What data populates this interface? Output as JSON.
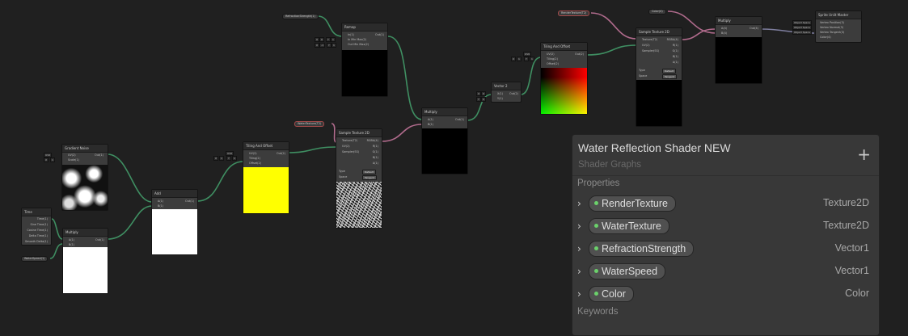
{
  "canvas": {
    "background": "#202020",
    "wire_color_green": "#3f8f62",
    "wire_color_pink": "#b06b8c"
  },
  "nodes": {
    "gradient_noise": {
      "title": "Gradient Noise",
      "ports_in": [
        "UV(2)",
        "Scale(1)"
      ],
      "ports_out": [
        "Out(1)"
      ],
      "fields": [
        "UV0",
        "X",
        "1"
      ]
    },
    "time": {
      "title": "Time",
      "ports_out": [
        "Time(1)",
        "Sine Time(1)",
        "Cosine Time(1)",
        "Delta Time(1)",
        "Smooth Delta(1)"
      ]
    },
    "multiply_1": {
      "title": "Multiply",
      "ports_in": [
        "A(1)",
        "B(1)"
      ],
      "ports_out": [
        "Out(1)"
      ]
    },
    "add": {
      "title": "Add",
      "ports_in": [
        "A(1)",
        "B(1)"
      ],
      "ports_out": [
        "Out(1)"
      ]
    },
    "tiling_offset_1": {
      "title": "Tiling And Offset",
      "ports_in": [
        "UV(2)",
        "Tiling(2)",
        "Offset(2)"
      ],
      "ports_out": [
        "Out(2)"
      ],
      "fields": [
        "UV0",
        "X",
        "1",
        "Y",
        "1"
      ]
    },
    "sample_texture_1": {
      "title": "Sample Texture 2D",
      "ports_in": [
        "Texture(T2)",
        "UV(2)",
        "Sampler(SS)"
      ],
      "ports_out": [
        "RGBA(4)",
        "R(1)",
        "G(1)",
        "B(1)",
        "A(1)"
      ],
      "type_label": "Type",
      "type_value": "Default",
      "space_label": "Space",
      "space_value": "Tangent"
    },
    "remap": {
      "title": "Remap",
      "ports_in": [
        "In(1)",
        "In Min Max(2)",
        "Out Min Max(2)"
      ],
      "ports_out": [
        "Out(1)"
      ],
      "fields": [
        "X",
        "0",
        "Y",
        "1",
        "X",
        "-1",
        "Y",
        "1"
      ]
    },
    "multiply_2": {
      "title": "Multiply",
      "ports_in": [
        "A(1)",
        "B(1)"
      ],
      "ports_out": [
        "Out(1)"
      ]
    },
    "vector2": {
      "title": "Vector 2",
      "ports_in": [
        "X(1)",
        "Y(1)"
      ],
      "ports_out": [
        "Out(2)"
      ],
      "fields": [
        "X",
        "0",
        "Y",
        "0"
      ]
    },
    "tiling_offset_2": {
      "title": "Tiling And Offset",
      "ports_in": [
        "UV(2)",
        "Tiling(2)",
        "Offset(2)"
      ],
      "ports_out": [
        "Out(2)"
      ],
      "fields": [
        "UV0",
        "X",
        "1",
        "Y",
        "1"
      ]
    },
    "sample_texture_2": {
      "title": "Sample Texture 2D",
      "ports_in": [
        "Texture(T2)",
        "UV(2)",
        "Sampler(SS)"
      ],
      "ports_out": [
        "RGBA(4)",
        "R(1)",
        "G(1)",
        "B(1)",
        "A(1)"
      ],
      "type_label": "Type",
      "type_value": "Default",
      "space_label": "Space",
      "space_value": "Tangent"
    },
    "multiply_3": {
      "title": "Multiply",
      "ports_in": [
        "A(4)",
        "B(4)"
      ],
      "ports_out": [
        "Out(4)"
      ]
    },
    "master": {
      "title": "Sprite Unlit Master",
      "ports_in": [
        "Vertex Position(3)",
        "Vertex Normal(3)",
        "Vertex Tangent(3)",
        "Color(4)"
      ],
      "fields": [
        "Object Space",
        "Object Space",
        "Object Space"
      ]
    }
  },
  "property_pills": {
    "water_speed": "WaterSpeed(1)",
    "water_texture": "WaterTexture(T2)",
    "refraction_strength": "RefractionStrength(1)",
    "render_texture": "RenderTexture(T2)",
    "color": "Color(4)"
  },
  "blackboard": {
    "title": "Water Reflection Shader NEW",
    "subtitle": "Shader Graphs",
    "add_icon": "plus-icon",
    "properties_label": "Properties",
    "keywords_label": "Keywords",
    "dot_color": "#6bd16b",
    "properties": [
      {
        "name": "RenderTexture",
        "type": "Texture2D"
      },
      {
        "name": "WaterTexture",
        "type": "Texture2D"
      },
      {
        "name": "RefractionStrength",
        "type": "Vector1"
      },
      {
        "name": "WaterSpeed",
        "type": "Vector1"
      },
      {
        "name": "Color",
        "type": "Color"
      }
    ]
  }
}
